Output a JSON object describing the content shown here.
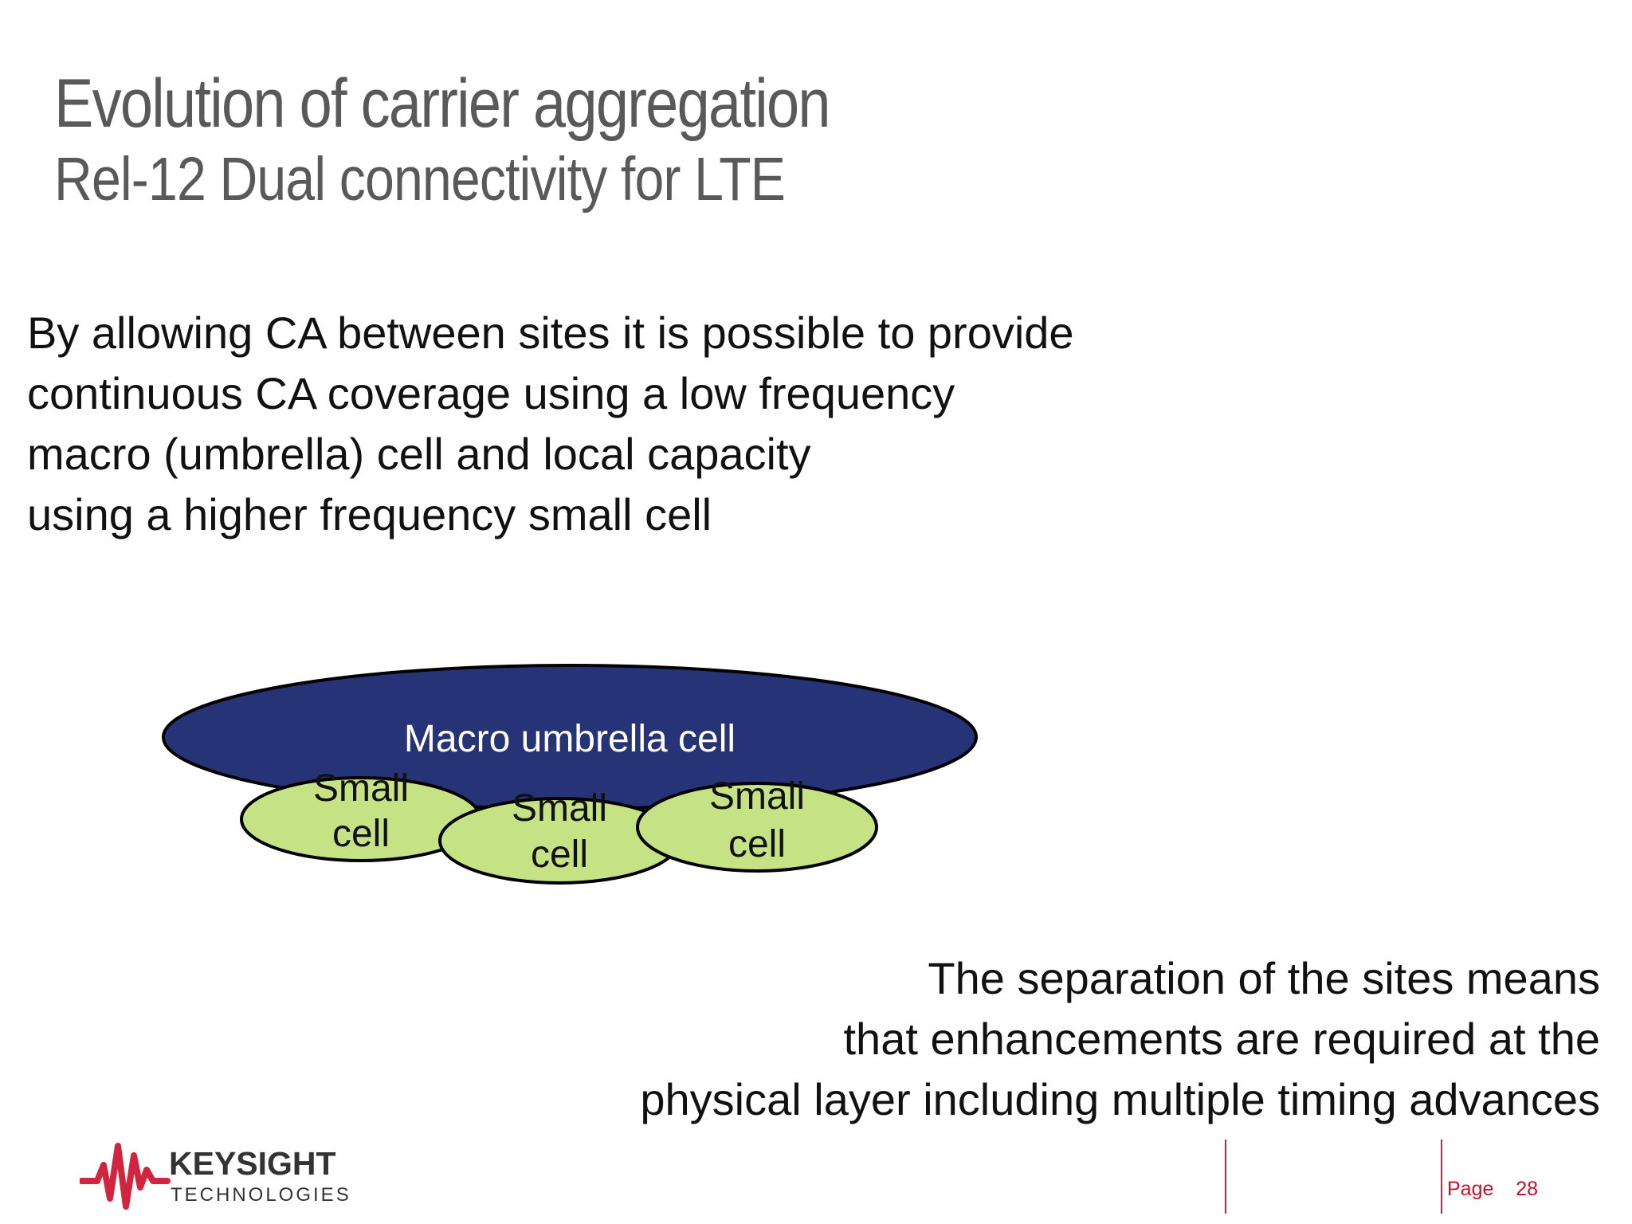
{
  "slide": {
    "title": "Evolution of carrier aggregation",
    "subtitle": "Rel-12 Dual connectivity for LTE",
    "body_lines": [
      "By allowing CA between sites it is possible to provide",
      "continuous CA coverage using a low frequency",
      "macro (umbrella) cell and local capacity",
      "using a higher frequency small cell"
    ],
    "note_lines": [
      "The separation of the sites means",
      "that enhancements are required at the",
      "physical layer including multiple timing advances"
    ]
  },
  "diagram": {
    "macro_label": "Macro umbrella cell",
    "small_cells": [
      {
        "line1": "Small",
        "line2": "cell"
      },
      {
        "line1": "Small",
        "line2": "cell"
      },
      {
        "line1": "Small",
        "line2": "cell"
      }
    ],
    "colors": {
      "macro_fill": "#263477",
      "small_fill": "#c5e384",
      "outline": "#000000",
      "macro_text": "#ffffff"
    }
  },
  "footer": {
    "logo_name": "KEYSIGHT",
    "logo_sub": "TECHNOLOGIES",
    "page_label": "Page",
    "page_number": "28",
    "accent_color": "#c8102e"
  }
}
